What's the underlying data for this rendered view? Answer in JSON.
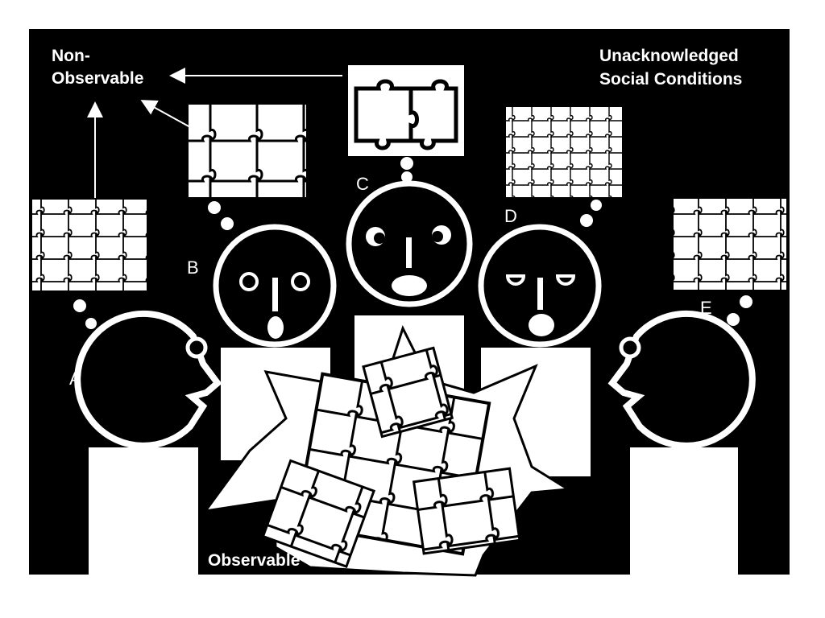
{
  "labels": {
    "non_observable_line1": "Non-",
    "non_observable_line2": "Observable",
    "unacknowledged_line1": "Unacknowledged",
    "unacknowledged_line2": "Social Conditions",
    "observable": "Observable"
  },
  "people": [
    {
      "id": "A",
      "label": "A"
    },
    {
      "id": "B",
      "label": "B"
    },
    {
      "id": "C",
      "label": "C"
    },
    {
      "id": "D",
      "label": "D"
    },
    {
      "id": "E",
      "label": "E"
    }
  ],
  "colors": {
    "background": "#000000",
    "figure": "#ffffff",
    "page": "#ffffff"
  },
  "icons": [
    "puzzle-icon",
    "arrow-icon",
    "thought-bubble-icon"
  ]
}
